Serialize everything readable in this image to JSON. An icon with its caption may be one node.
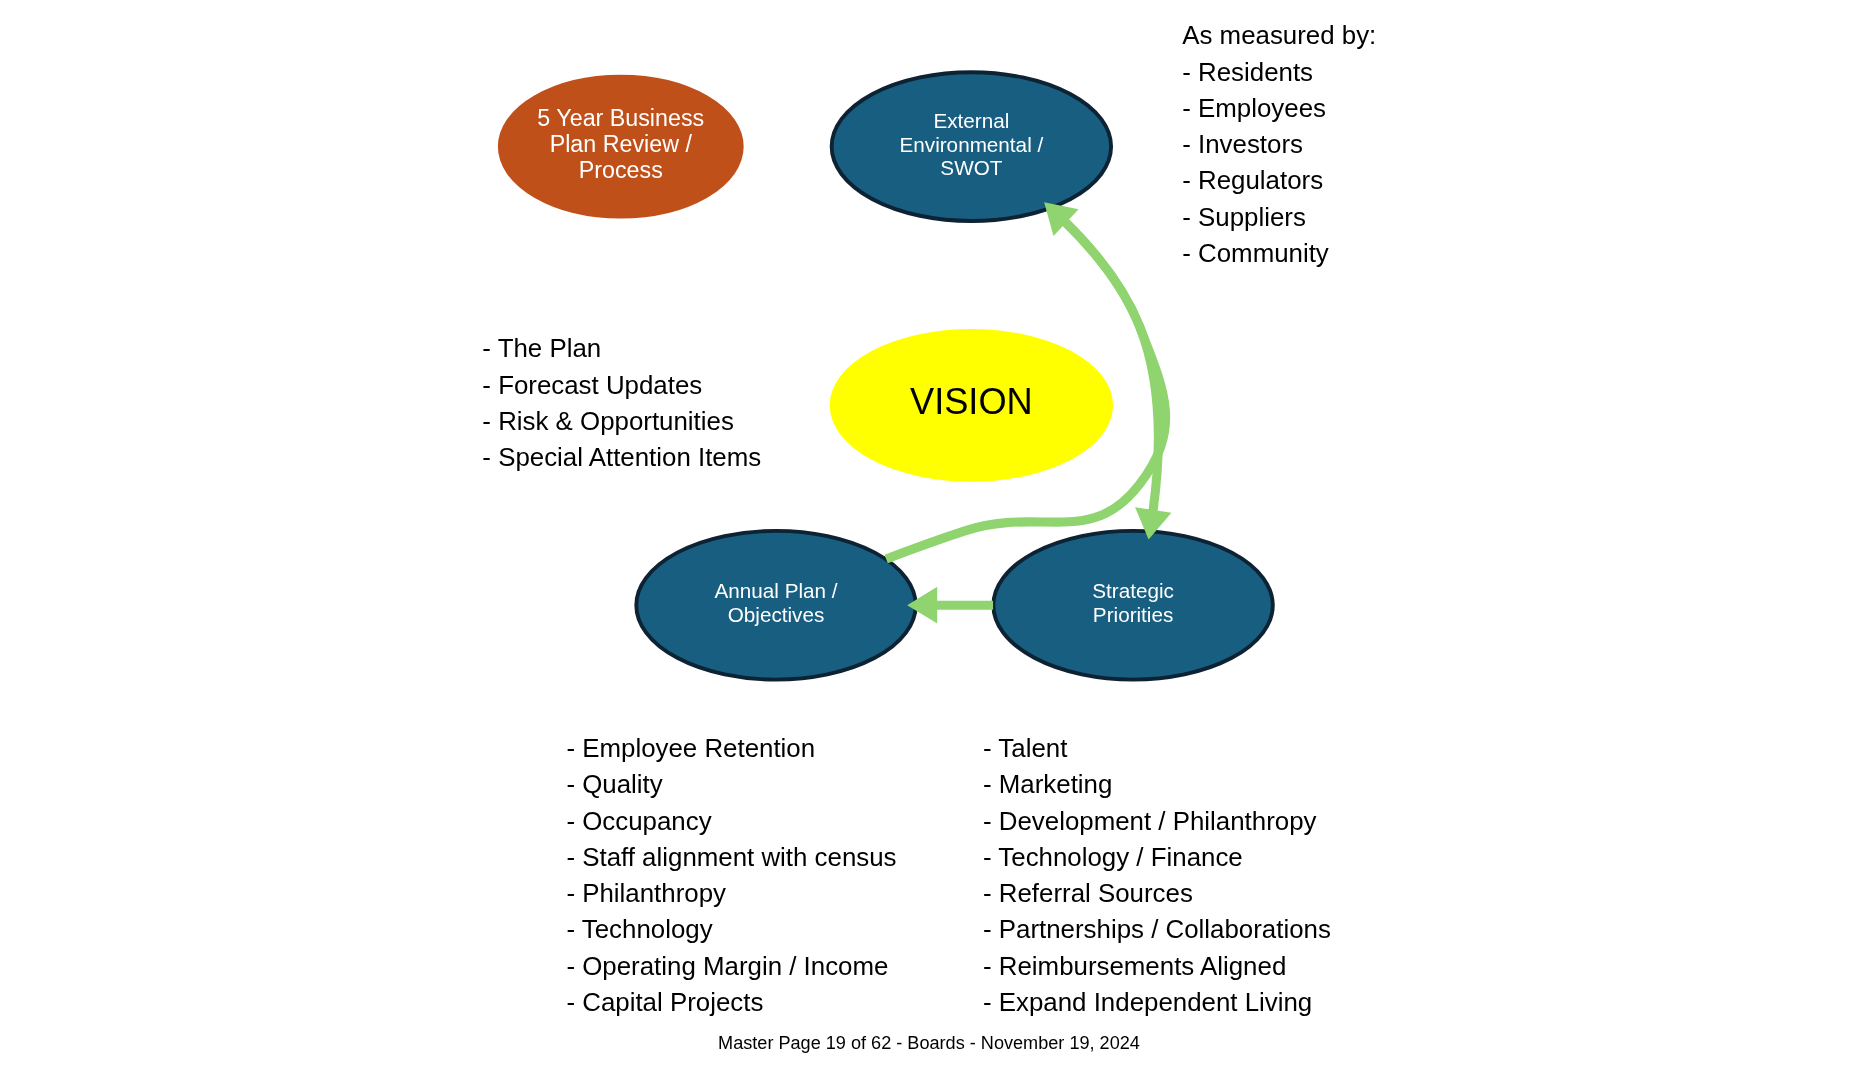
{
  "diagram": {
    "caption": "Master Page 19 of 62 - Boards - November 19, 2024",
    "nodes": [
      {
        "text": [
          "5 Year Business Plan Review / Process"
        ],
        "beside": [
          "- The Plan",
          "- Forecast Updates",
          "- Risk & Opportunities",
          "- Special Attention Items"
        ]
      },
      {
        "text": [
          "External Environmental / SWOT"
        ],
        "beside": [
          "As measured by:",
          "- Residents",
          "- Employees",
          "- Investors",
          "- Regulators",
          "- Suppliers",
          "- Community"
        ]
      },
      {
        "text": [
          "VISION"
        ]
      },
      {
        "text": [
          "Annual Plan / Objectives"
        ],
        "beside": [
          "- Employee Retention",
          "- Quality",
          "- Occupancy",
          "- Staff alignment with census",
          "- Philanthropy",
          "- Technology",
          "- Operating Margin / Income",
          "- Capital Projects"
        ]
      },
      {
        "text": [
          "Strategic Priorities"
        ],
        "beside": [
          "- Talent",
          "- Marketing",
          "- Development / Philanthropy",
          "- Technology / Finance",
          "- Referral Sources",
          "- Partnerships / Collaborations",
          "- Reimbursements Aligned",
          "- Expand Independent Living"
        ]
      }
    ],
    "edges": [
      {
        "from": 1,
        "to": 4,
        "arrow": "to"
      },
      {
        "from": 4,
        "to": 3,
        "arrow": "to"
      },
      {
        "from": 3,
        "to": 1,
        "arrow": "to"
      }
    ]
  }
}
